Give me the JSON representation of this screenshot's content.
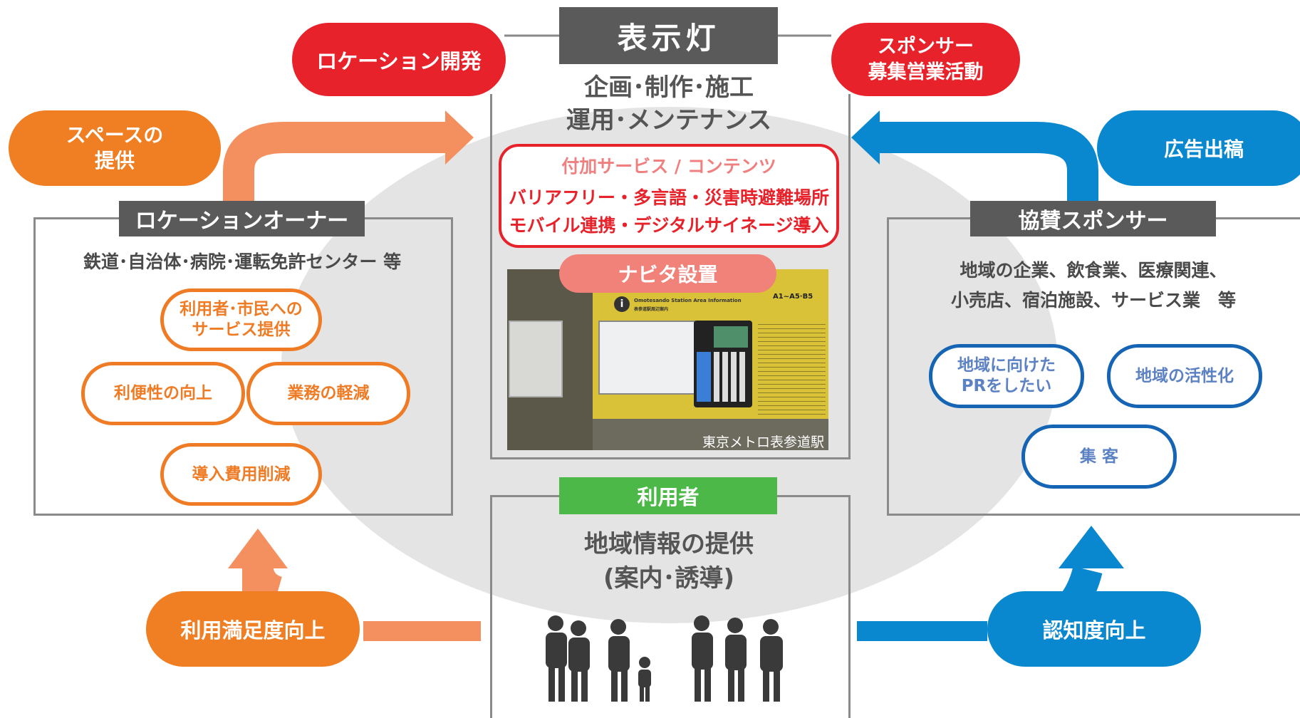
{
  "center": {
    "title": "表示灯",
    "services": "企画･制作･施工\n運用･メンテナンス",
    "addons": {
      "title": "付加サービス / コンテンツ",
      "line2": "バリアフリー・多言語・災害時避難場所",
      "line3": "モバイル連携・デジタルサイネージ導入"
    },
    "navita_label": "ナビタ設置",
    "photo": {
      "caption": "東京メトロ表参道駅",
      "sign_title": "Omotesando Station Area Information",
      "sign_subtitle": "表参道駅周辺案内",
      "exit_label": "A1~A5·B5"
    }
  },
  "top_left_pill": "ロケーション開発",
  "top_right_pill": "スポンサー\n募集営業活動",
  "left_top_pill": "スペースの\n提供",
  "right_top_pill": "広告出稿",
  "location_owner": {
    "header": "ロケーションオーナー",
    "subtitle": "鉄道･自治体･病院･運転免許センター 等",
    "benefits": [
      "利用者･市民への\nサービス提供",
      "利便性の向上",
      "業務の軽減",
      "導入費用削減"
    ]
  },
  "sponsor": {
    "header": "協賛スポンサー",
    "subtitle": "地域の企業、飲食業、医療関連、\n小売店、宿泊施設、サービス業　等",
    "benefits": [
      "地域に向けた\nPRをしたい",
      "地域の活性化",
      "集 客"
    ]
  },
  "user": {
    "header": "利用者",
    "body": "地域情報の提供\n(案内･誘導)"
  },
  "bottom_left_pill": "利用満足度向上",
  "bottom_right_pill": "認知度向上",
  "colors": {
    "red": "#e8222a",
    "orange": "#f07e23",
    "blue": "#0a88cf",
    "green": "#4cb848",
    "gray": "#5a5a5a",
    "ellipse": "#e4e4e4"
  }
}
